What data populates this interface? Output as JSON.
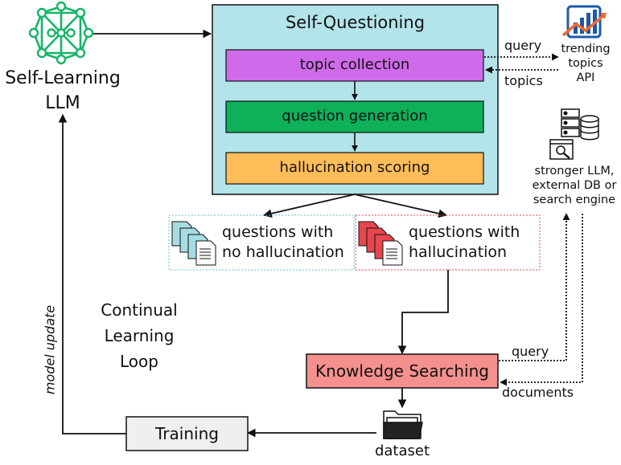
{
  "llm": {
    "line1": "Self-Learning",
    "line2": "LLM",
    "icon": "neural-network-icon"
  },
  "self_questioning": {
    "title": "Self-Questioning",
    "steps": [
      {
        "label": "topic collection",
        "color": "#cf6bea"
      },
      {
        "label": "question generation",
        "color": "#0eb05a"
      },
      {
        "label": "hallucination scoring",
        "color": "#ffbd59"
      }
    ],
    "box_color": "#b3e4ea"
  },
  "api": {
    "query_label": "query",
    "topics_label": "topics",
    "line1": "trending",
    "line2": "topics",
    "line3": "API",
    "icon": "trending-chart-icon"
  },
  "external": {
    "line1": "stronger LLM,",
    "line2": "external DB or",
    "line3": "search engine",
    "icons": [
      "server-icon",
      "database-icon",
      "search-window-icon"
    ]
  },
  "questions_ok": {
    "line1": "questions with",
    "line2": "no hallucination",
    "border_color": "#5bc8d6",
    "icon": "documents-teal-icon"
  },
  "questions_bad": {
    "line1": "questions with",
    "line2": "hallucination",
    "border_color": "#e8464f",
    "icon": "documents-red-icon"
  },
  "loop": {
    "line1": "Continual",
    "line2": "Learning",
    "line3": "Loop"
  },
  "model_update": "model update",
  "knowledge": {
    "label": "Knowledge Searching",
    "query_label": "query",
    "documents_label": "documents",
    "color": "#f4908e"
  },
  "training": {
    "label": "Training",
    "color": "#efefef"
  },
  "dataset": {
    "label": "dataset",
    "icon": "folder-icon"
  }
}
